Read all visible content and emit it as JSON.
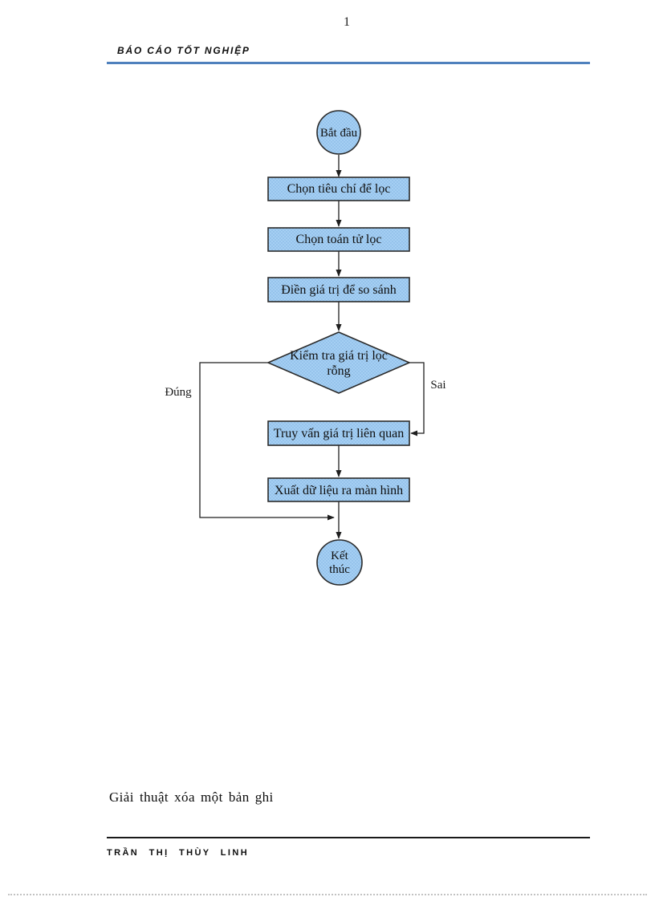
{
  "page": {
    "number": "1"
  },
  "header": {
    "title": "BÁO CÁO TỐT NGHIỆP"
  },
  "flowchart": {
    "start_label": "Bắt đầu",
    "step1": "Chọn tiêu chí để lọc",
    "step2": "Chọn toán tử lọc",
    "step3": "Điền giá trị để so sánh",
    "decision_line1": "Kiểm tra giá trị lọc",
    "decision_line2": "rỗng",
    "branch_true": "Đúng",
    "branch_false": "Sai",
    "step4": "Truy vấn giá trị liên quan",
    "step5": "Xuất dữ liệu ra màn hình",
    "end_line1": "Kết",
    "end_line2": "thúc"
  },
  "caption": {
    "text": "Giải thuật xóa một bản ghi"
  },
  "footer": {
    "author": "TRẦN THỊ THÙY LINH"
  },
  "colors": {
    "header_rule": "#4F81BD",
    "shape_fill": "#A5CFF3",
    "shape_dot": "#7FB2E0",
    "shape_stroke": "#2B2B2B"
  }
}
